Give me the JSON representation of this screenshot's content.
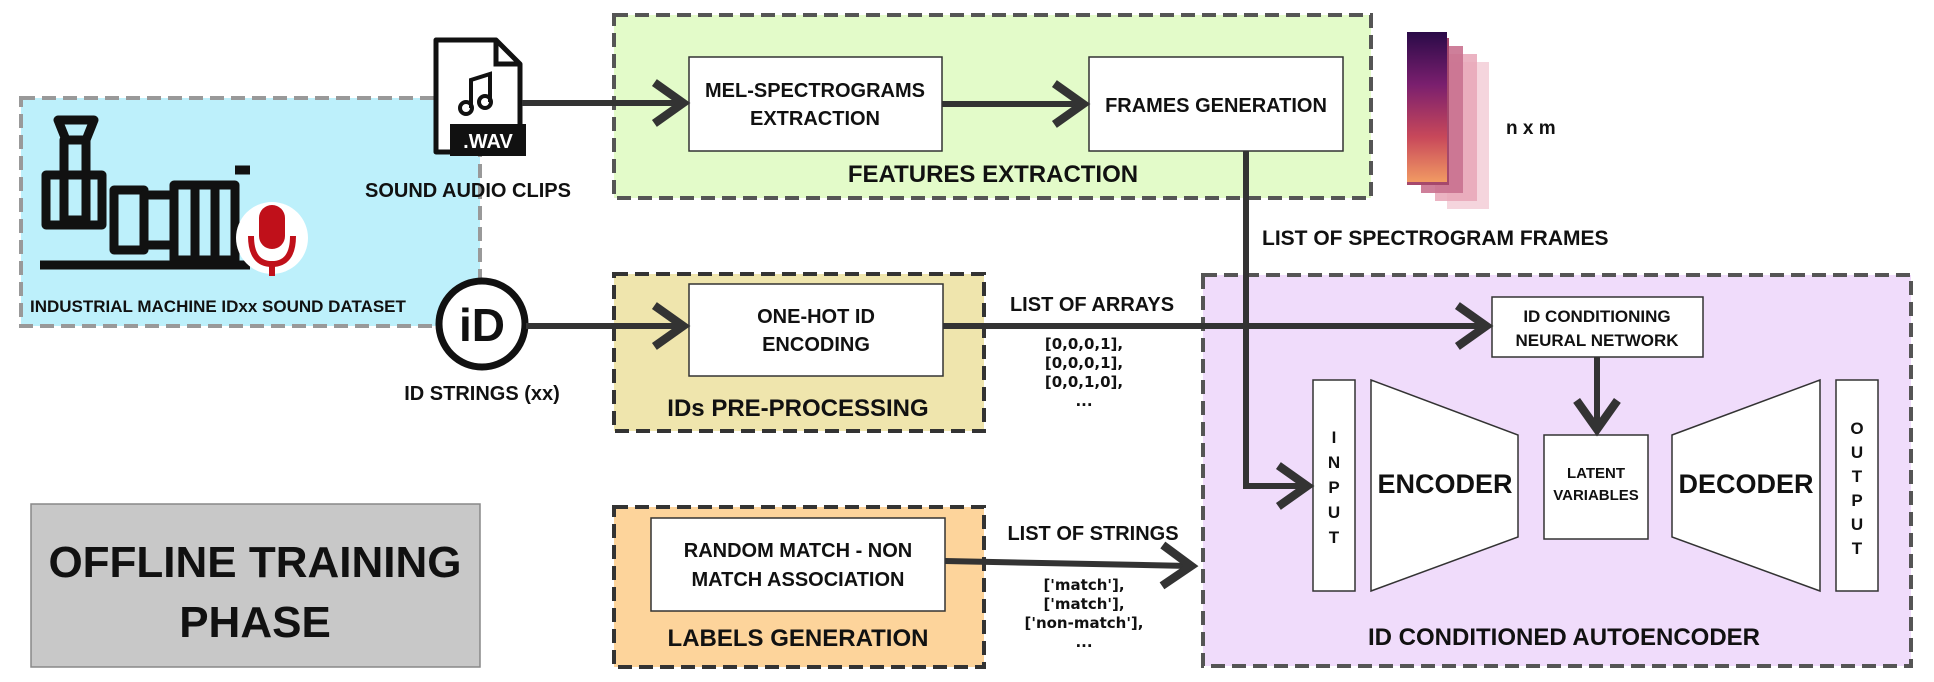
{
  "dataset": {
    "label": "INDUSTRIAL MACHINE IDxx SOUND DATASET",
    "mic_icon": "microphone-icon",
    "machine_icon": "industrial-pump-icon"
  },
  "audio": {
    "file_label": ".WAV",
    "caption": "SOUND AUDIO CLIPS",
    "icon": "audio-file-icon"
  },
  "ids": {
    "icon_text": "iD",
    "caption": "ID STRINGS (xx)",
    "icon": "id-badge-icon"
  },
  "training_phase": {
    "line1": "OFFLINE TRAINING",
    "line2": "PHASE"
  },
  "features_extraction": {
    "title": "FEATURES EXTRACTION",
    "mel_line1": "MEL-SPECTROGRAMS",
    "mel_line2": "EXTRACTION",
    "frames": "FRAMES GENERATION",
    "dims": "n x m"
  },
  "spectrogram_frames_label": "LIST OF SPECTROGRAM FRAMES",
  "id_preprocessing": {
    "title": "IDs PRE-PROCESSING",
    "box_line1": "ONE-HOT ID",
    "box_line2": "ENCODING",
    "arrays_label": "LIST OF ARRAYS",
    "arrays": [
      "[0,0,0,1],",
      "[0,0,0,1],",
      "[0,0,1,0],",
      "..."
    ]
  },
  "labels_generation": {
    "title": "LABELS GENERATION",
    "box_line1": "RANDOM MATCH - NON",
    "box_line2": "MATCH ASSOCIATION",
    "strings_label": "LIST OF STRINGS",
    "strings": [
      "['match'],",
      "['match'],",
      "['non-match'],",
      "..."
    ]
  },
  "autoencoder": {
    "title": "ID CONDITIONED AUTOENCODER",
    "cond_line1": "ID CONDITIONING",
    "cond_line2": "NEURAL NETWORK",
    "input_letters": [
      "I",
      "N",
      "P",
      "U",
      "T"
    ],
    "output_letters": [
      "O",
      "U",
      "T",
      "P",
      "U",
      "T"
    ],
    "encoder": "ENCODER",
    "decoder": "DECODER",
    "latent_line1": "LATENT",
    "latent_line2": "VARIABLES"
  },
  "colors": {
    "dataset_bg": "#bdf0fb",
    "features_bg": "#e3fbc9",
    "ids_bg": "#efe5ad",
    "labels_bg": "#fdd49b",
    "autoencoder_bg": "#f0dcfb",
    "phase_bg": "#c8c8c8",
    "mic_red": "#c0101a",
    "arrow": "#333333"
  }
}
